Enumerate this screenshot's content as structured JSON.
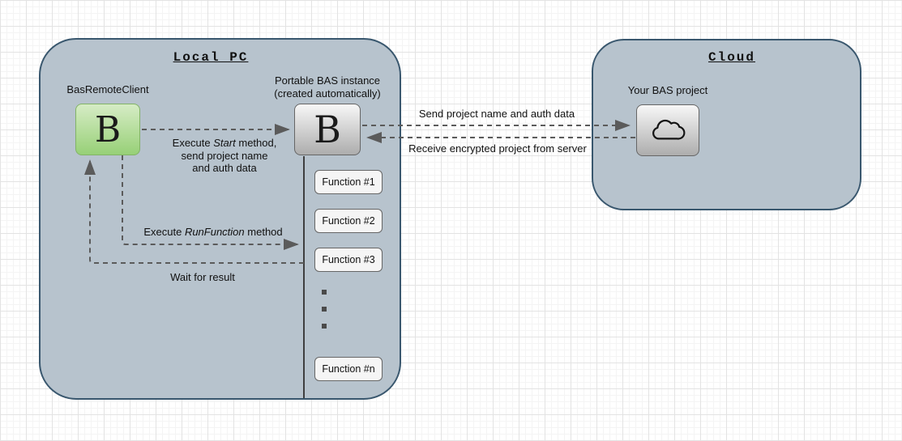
{
  "colors": {
    "container_fill": "#b7c3cd",
    "container_border": "#39576e",
    "green_top": "#d6ecc5",
    "green_bottom": "#97d077",
    "green_border": "#82b366",
    "gray_top": "#f7f7f7",
    "gray_bottom": "#adadad",
    "gray_border": "#666666",
    "function_fill": "#f5f5f5",
    "function_border": "#666666",
    "arrow_color": "#5b5b5b",
    "lifeline_color": "#3f3f3f",
    "text_color": "#111111"
  },
  "local_pc": {
    "title": "Local PC",
    "client": {
      "label": "BasRemoteClient",
      "letter": "B"
    },
    "instance": {
      "label_line1": "Portable BAS instance",
      "label_line2": "(created automatically)",
      "letter": "B"
    },
    "functions": [
      "Function #1",
      "Function #2",
      "Function #3",
      "Function #n"
    ]
  },
  "cloud": {
    "title": "Cloud",
    "project": {
      "label": "Your BAS project",
      "icon": "cloud-icon"
    }
  },
  "arrows": {
    "start": {
      "prefix": "Execute",
      "method": "Start",
      "suffix": "method,",
      "line2": "send project name",
      "line3": "and auth data"
    },
    "run_function": {
      "prefix": "Execute",
      "method": "RunFunction",
      "suffix": "method"
    },
    "wait": {
      "label": "Wait for result"
    },
    "send": {
      "label": "Send project name and auth data"
    },
    "receive": {
      "label": "Receive encrypted project from server"
    }
  }
}
